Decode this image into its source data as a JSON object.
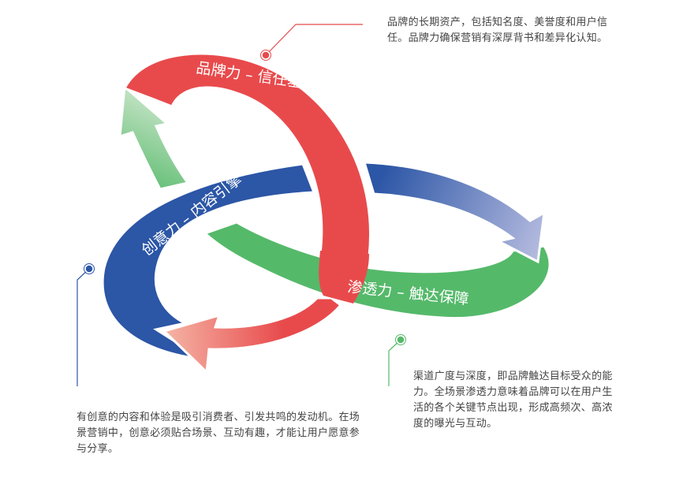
{
  "colors": {
    "red": "#e84a4c",
    "red_light": "#f4b3a6",
    "blue": "#2c56a6",
    "blue_light": "#b4badc",
    "green": "#55b96a",
    "green_light": "#c4e2c4",
    "text": "#444444"
  },
  "bands": {
    "brand": {
      "label": "品牌力 – 信任基石"
    },
    "creativity": {
      "label": "创意力 – 内容引擎"
    },
    "penetration": {
      "label": "渗透力 – 触达保障"
    }
  },
  "descriptions": {
    "brand": "品牌的长期资产，包括知名度、美誉度和用户信任。品牌力确保营销有深厚背书和差异化认知。",
    "penetration": "渠道广度与深度，即品牌触达目标受众的能力。全场景渗透力意味着品牌可以在用户生活的各个关键节点出现，形成高频次、高浓度的曝光与互动。",
    "creativity": "有创意的内容和体验是吸引消费者、引发共鸣的发动机。在场景营销中，创意必须贴合场景、互动有趣，才能让用户愿意参与分享。"
  }
}
